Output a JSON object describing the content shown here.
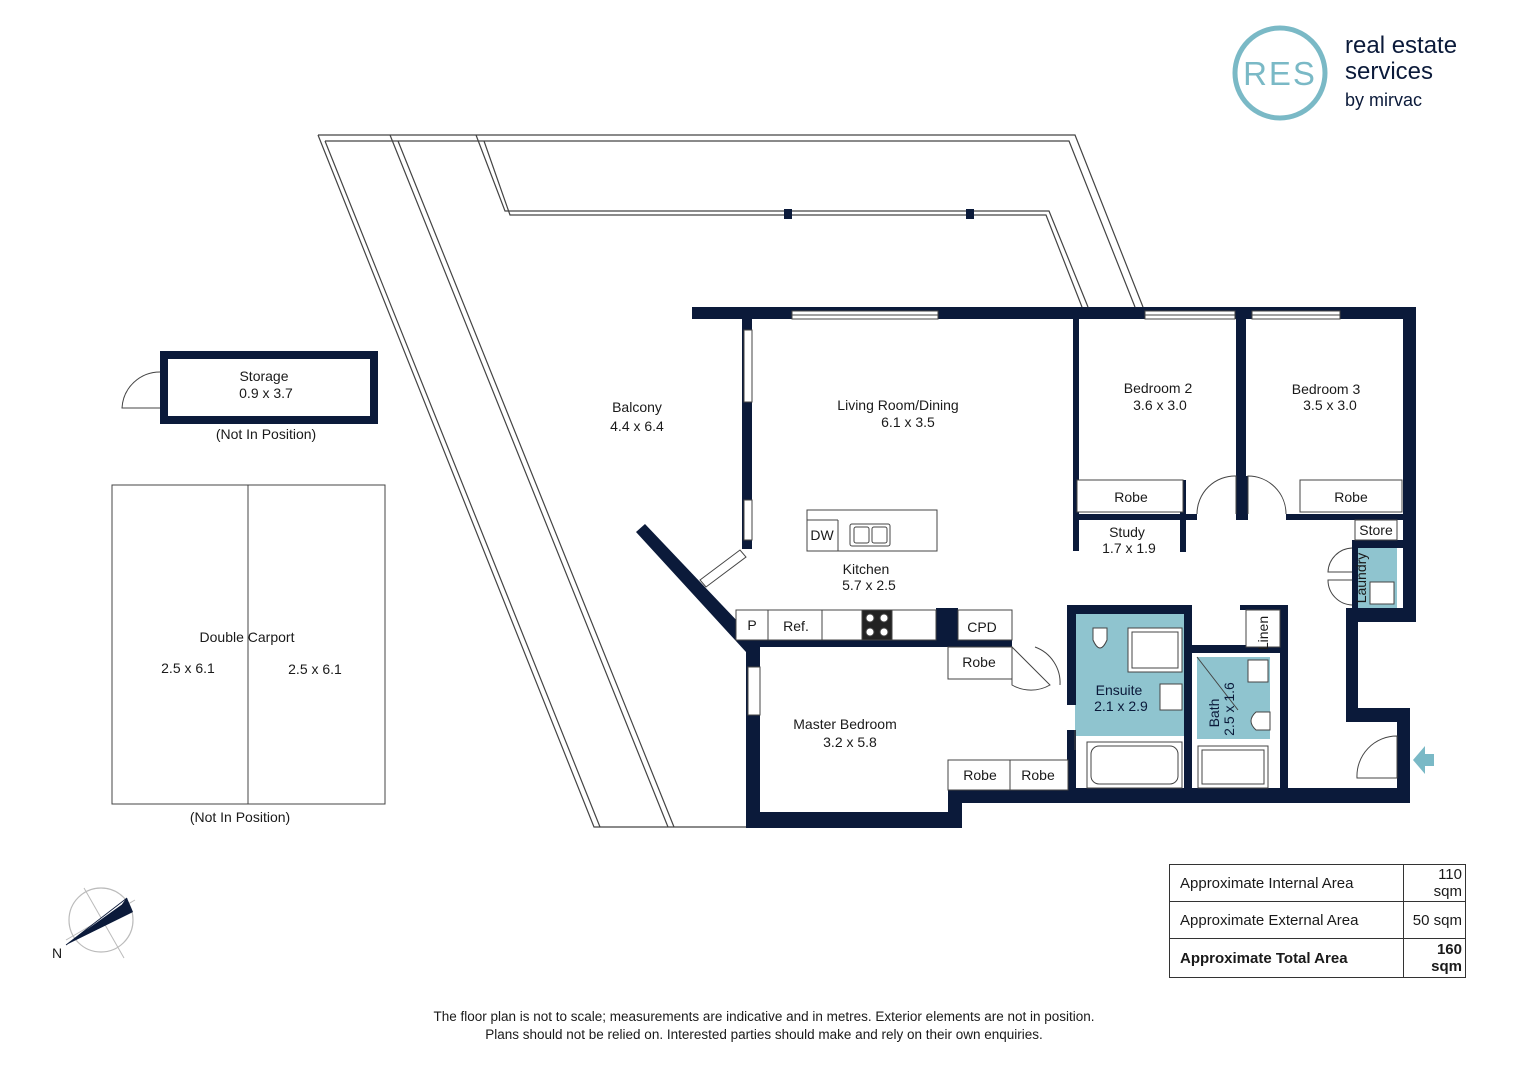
{
  "brand": {
    "monogram": "RES",
    "line1": "real estate",
    "line2": "services",
    "line3": "by mirvac",
    "accent_color": "#7ab9c6",
    "wall_color": "#0b1a3a",
    "wet_area_color": "#8fc4cf"
  },
  "rooms": {
    "storage": {
      "name": "Storage",
      "dims": "0.9 x 3.7",
      "note": "(Not In Position)"
    },
    "balcony": {
      "name": "Balcony",
      "dims": "4.4 x 6.4"
    },
    "living": {
      "name": "Living Room/Dining",
      "dims": "6.1 x 3.5"
    },
    "bedroom2": {
      "name": "Bedroom 2",
      "dims": "3.6 x 3.0"
    },
    "bedroom3": {
      "name": "Bedroom 3",
      "dims": "3.5 x 3.0"
    },
    "study": {
      "name": "Study",
      "dims": "1.7 x 1.9"
    },
    "kitchen": {
      "name": "Kitchen",
      "dims": "5.7 x 2.5"
    },
    "master": {
      "name": "Master Bedroom",
      "dims": "3.2 x 5.8"
    },
    "ensuite": {
      "name": "Ensuite",
      "dims": "2.1 x 2.9"
    },
    "bath": {
      "name": "Bath",
      "dims": "2.5 x 1.6"
    },
    "carport": {
      "name": "Double Carport",
      "dims_left": "2.5 x 6.1",
      "dims_right": "2.5 x 6.1",
      "note": "(Not In Position)"
    }
  },
  "fixtures": {
    "robe": "Robe",
    "dw": "DW",
    "pantry": "P",
    "ref": "Ref.",
    "cpd": "CPD",
    "store": "Store",
    "laundry": "Laundry",
    "linen": "Linen"
  },
  "compass": {
    "north": "N"
  },
  "areas": [
    {
      "label": "Approximate Internal Area",
      "value": "110 sqm"
    },
    {
      "label": "Approximate External Area",
      "value": "50 sqm"
    },
    {
      "label": "Approximate Total Area",
      "value": "160 sqm"
    }
  ],
  "disclaimer": {
    "line1": "The floor plan is not to scale; measurements are indicative and in metres. Exterior elements are not in position.",
    "line2": "Plans should not be relied on. Interested parties should make and rely on their own enquiries."
  }
}
